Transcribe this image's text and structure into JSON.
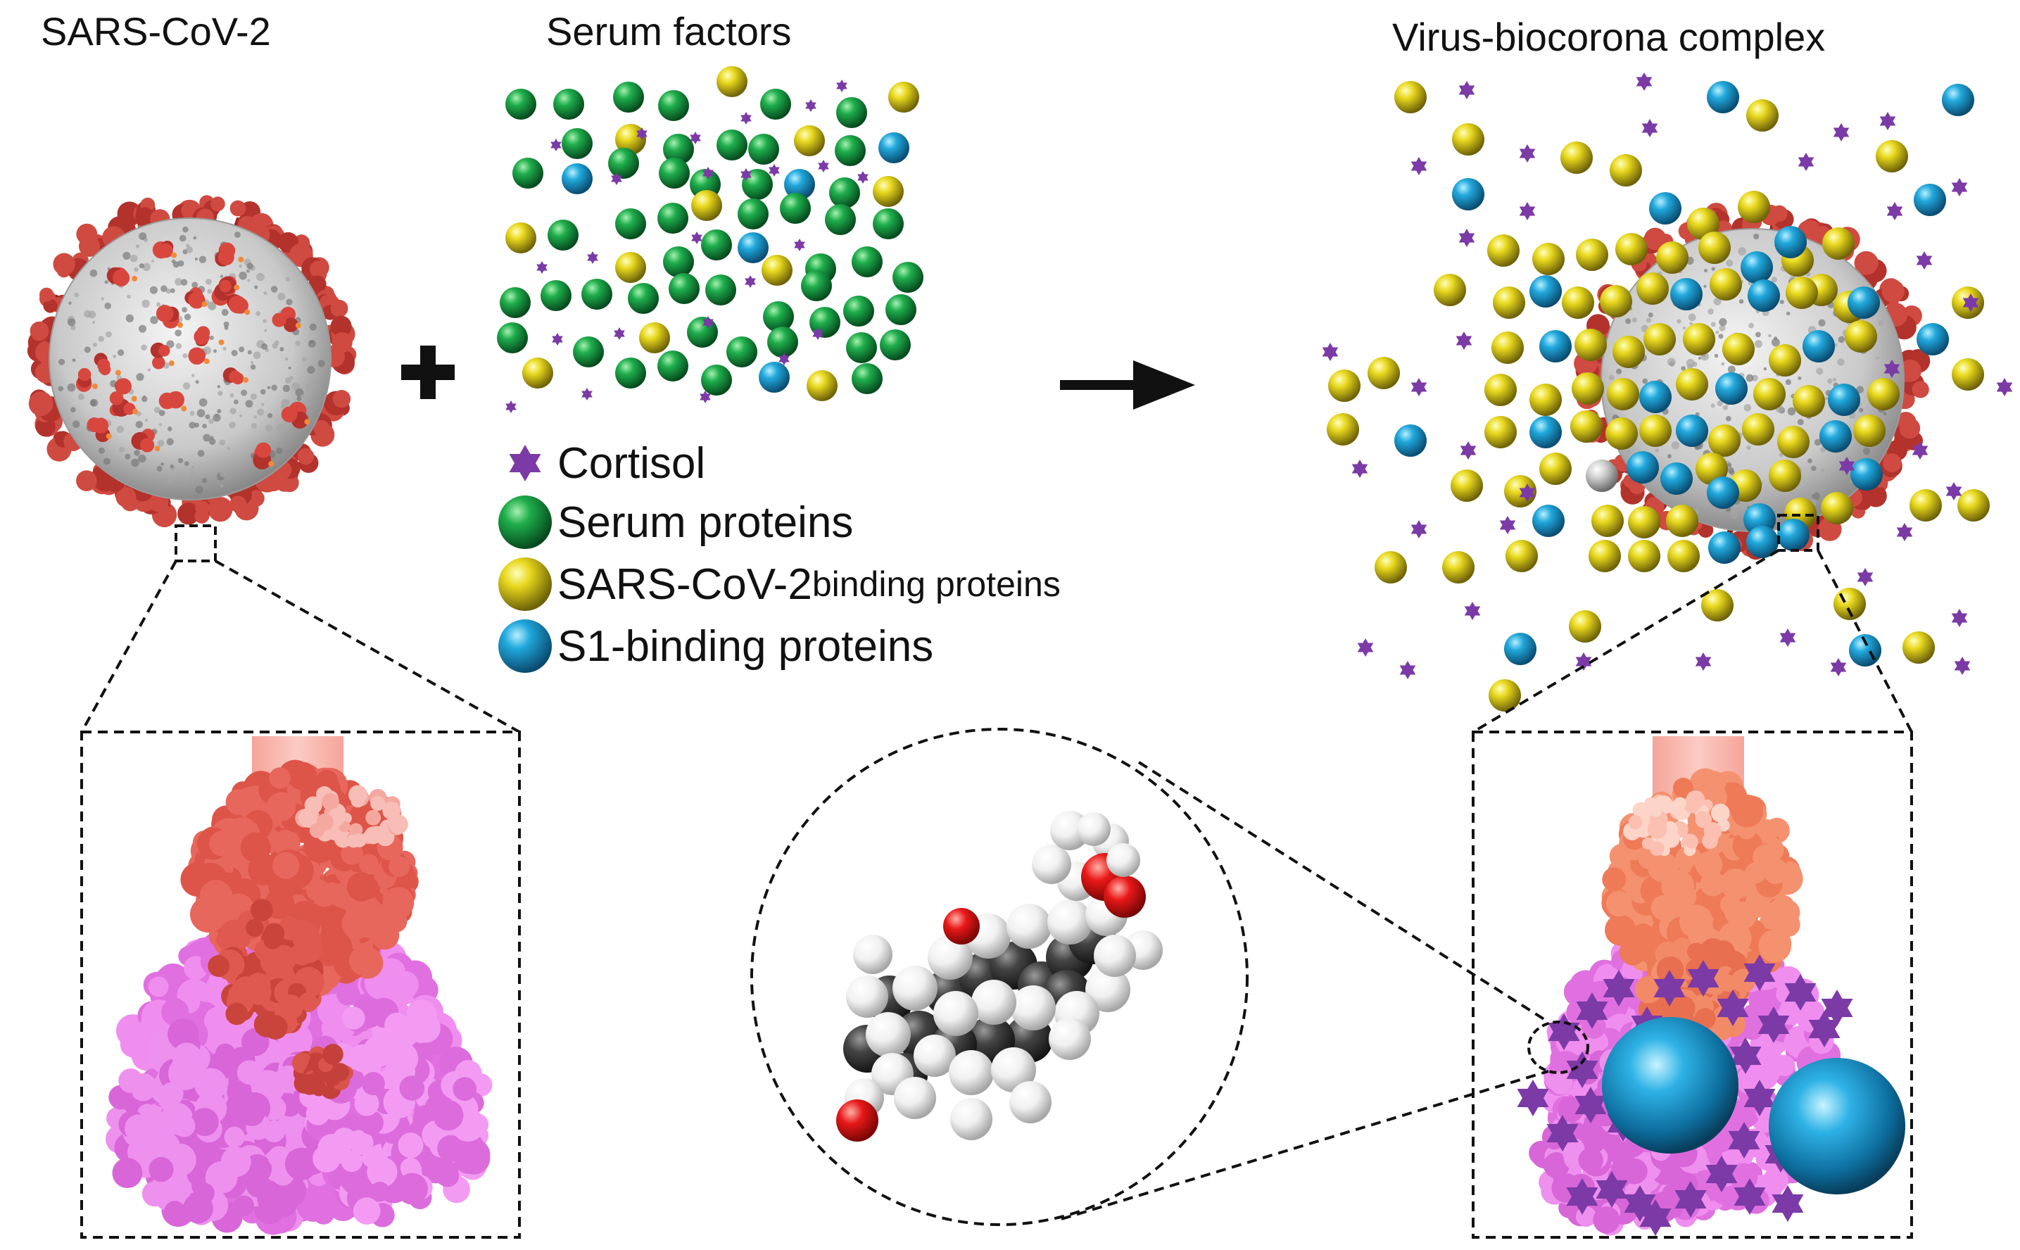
{
  "titles": {
    "virus": "SARS-CoV-2",
    "serum": "Serum factors",
    "complex": "Virus-biocorona complex"
  },
  "legend": [
    {
      "key": "cortisol",
      "label": "Cortisol",
      "label_small": ""
    },
    {
      "key": "serum",
      "label": "Serum proteins",
      "label_small": ""
    },
    {
      "key": "sars",
      "label": "SARS-CoV-2",
      "label_small": " binding proteins"
    },
    {
      "key": "s1",
      "label": "S1-binding proteins",
      "label_small": ""
    }
  ],
  "colors": {
    "serum_protein": "#0f8a3a",
    "sars_binding_protein": "#d9cc1a",
    "s1_binding_protein": "#1a9ed0",
    "cortisol": "#7b3aa6",
    "spike_red": "#b3322c",
    "spike_head": "#e8675d",
    "spike_stalk": "#e879e8",
    "complex_head": "#f08060",
    "oxygen": "#e01010",
    "carbon": "#3a3a3a",
    "hydrogen": "#f2f2f2"
  },
  "operators": {
    "plus": "+",
    "arrow": "→"
  }
}
